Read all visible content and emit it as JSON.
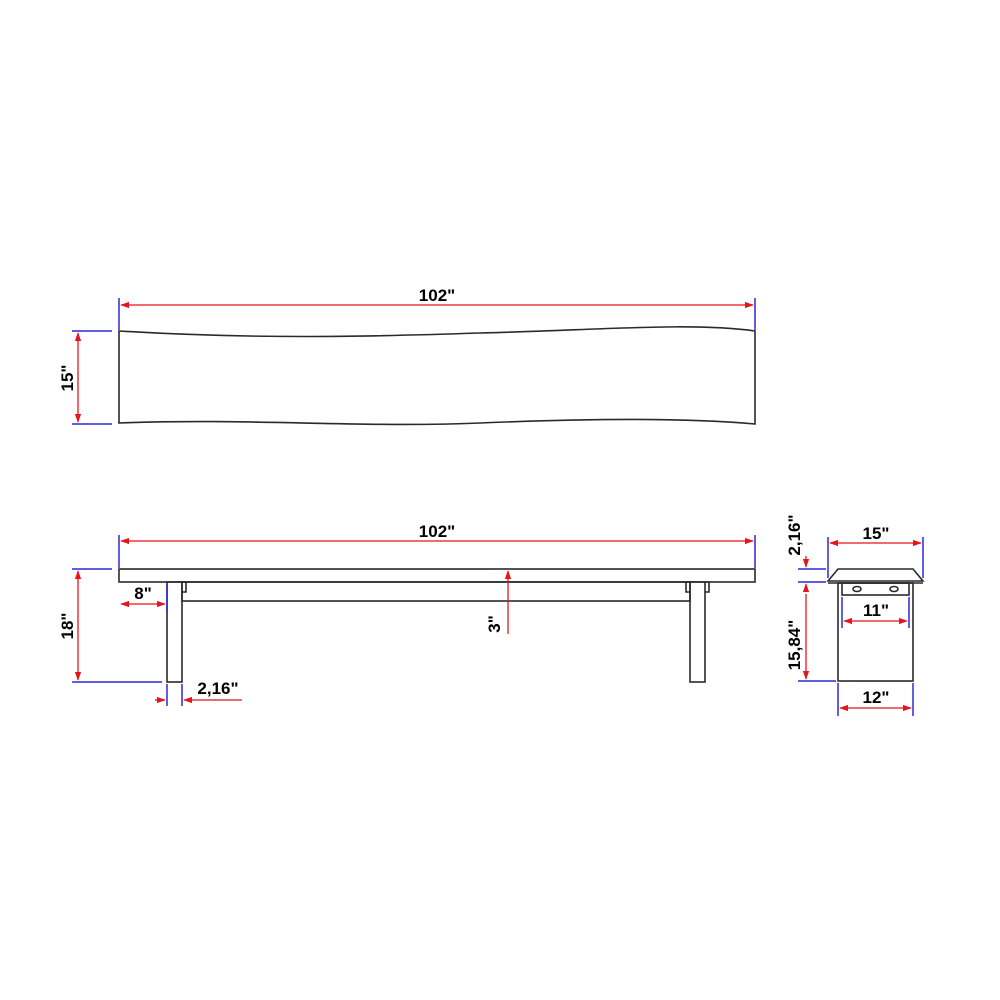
{
  "colors": {
    "dimension_line": "#e8131b",
    "extension_line": "#2f27d8",
    "outline": "#2a2a2a",
    "text": "#000000"
  },
  "dimensions": {
    "top_length": "102\"",
    "top_width": "15\"",
    "side_length": "102\"",
    "side_height": "18\"",
    "leg_inset": "8\"",
    "leg_thickness": "2,16\"",
    "stretcher_height": "3\"",
    "end_top_width": "15\"",
    "end_top_thickness": "2,16\"",
    "end_inner_width": "11\"",
    "end_leg_height": "15,84\"",
    "end_base_width": "12\""
  }
}
